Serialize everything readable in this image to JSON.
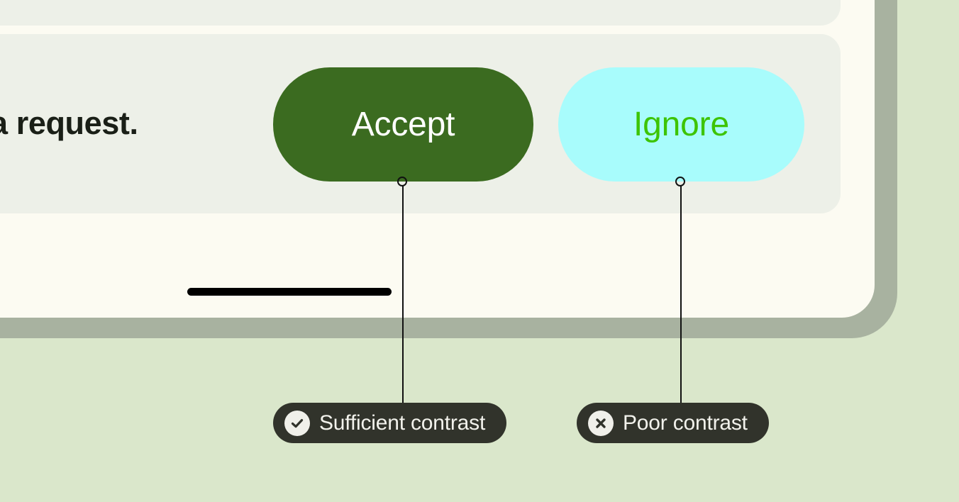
{
  "page": {
    "background_color": "#DAE7CB"
  },
  "device": {
    "frame_color": "#A8B2A0",
    "screen_color": "#FCFBF2"
  },
  "screen": {
    "card_color": "#EDF0E8",
    "body_text": "a request.",
    "body_text_color": "#1A1F17",
    "home_indicator_color": "#000000",
    "actions": [
      {
        "name": "accept",
        "label": "Accept",
        "background_color": "#3B6B20",
        "text_color": "#FFFFFF"
      },
      {
        "name": "ignore",
        "label": "Ignore",
        "background_color": "#A8FCFC",
        "text_color": "#3DC404"
      }
    ]
  },
  "annotations": {
    "connector_color": "#111111",
    "pill_background_color": "#31332B",
    "pill_text_color": "#F2F2EC",
    "pill_icon_background_color": "#F0F0EA",
    "items": [
      {
        "label": "Sufficient contrast",
        "icon": "check-circle-icon",
        "target": "Accept"
      },
      {
        "label": "Poor contrast",
        "icon": "x-circle-icon",
        "target": "Ignore"
      }
    ]
  }
}
